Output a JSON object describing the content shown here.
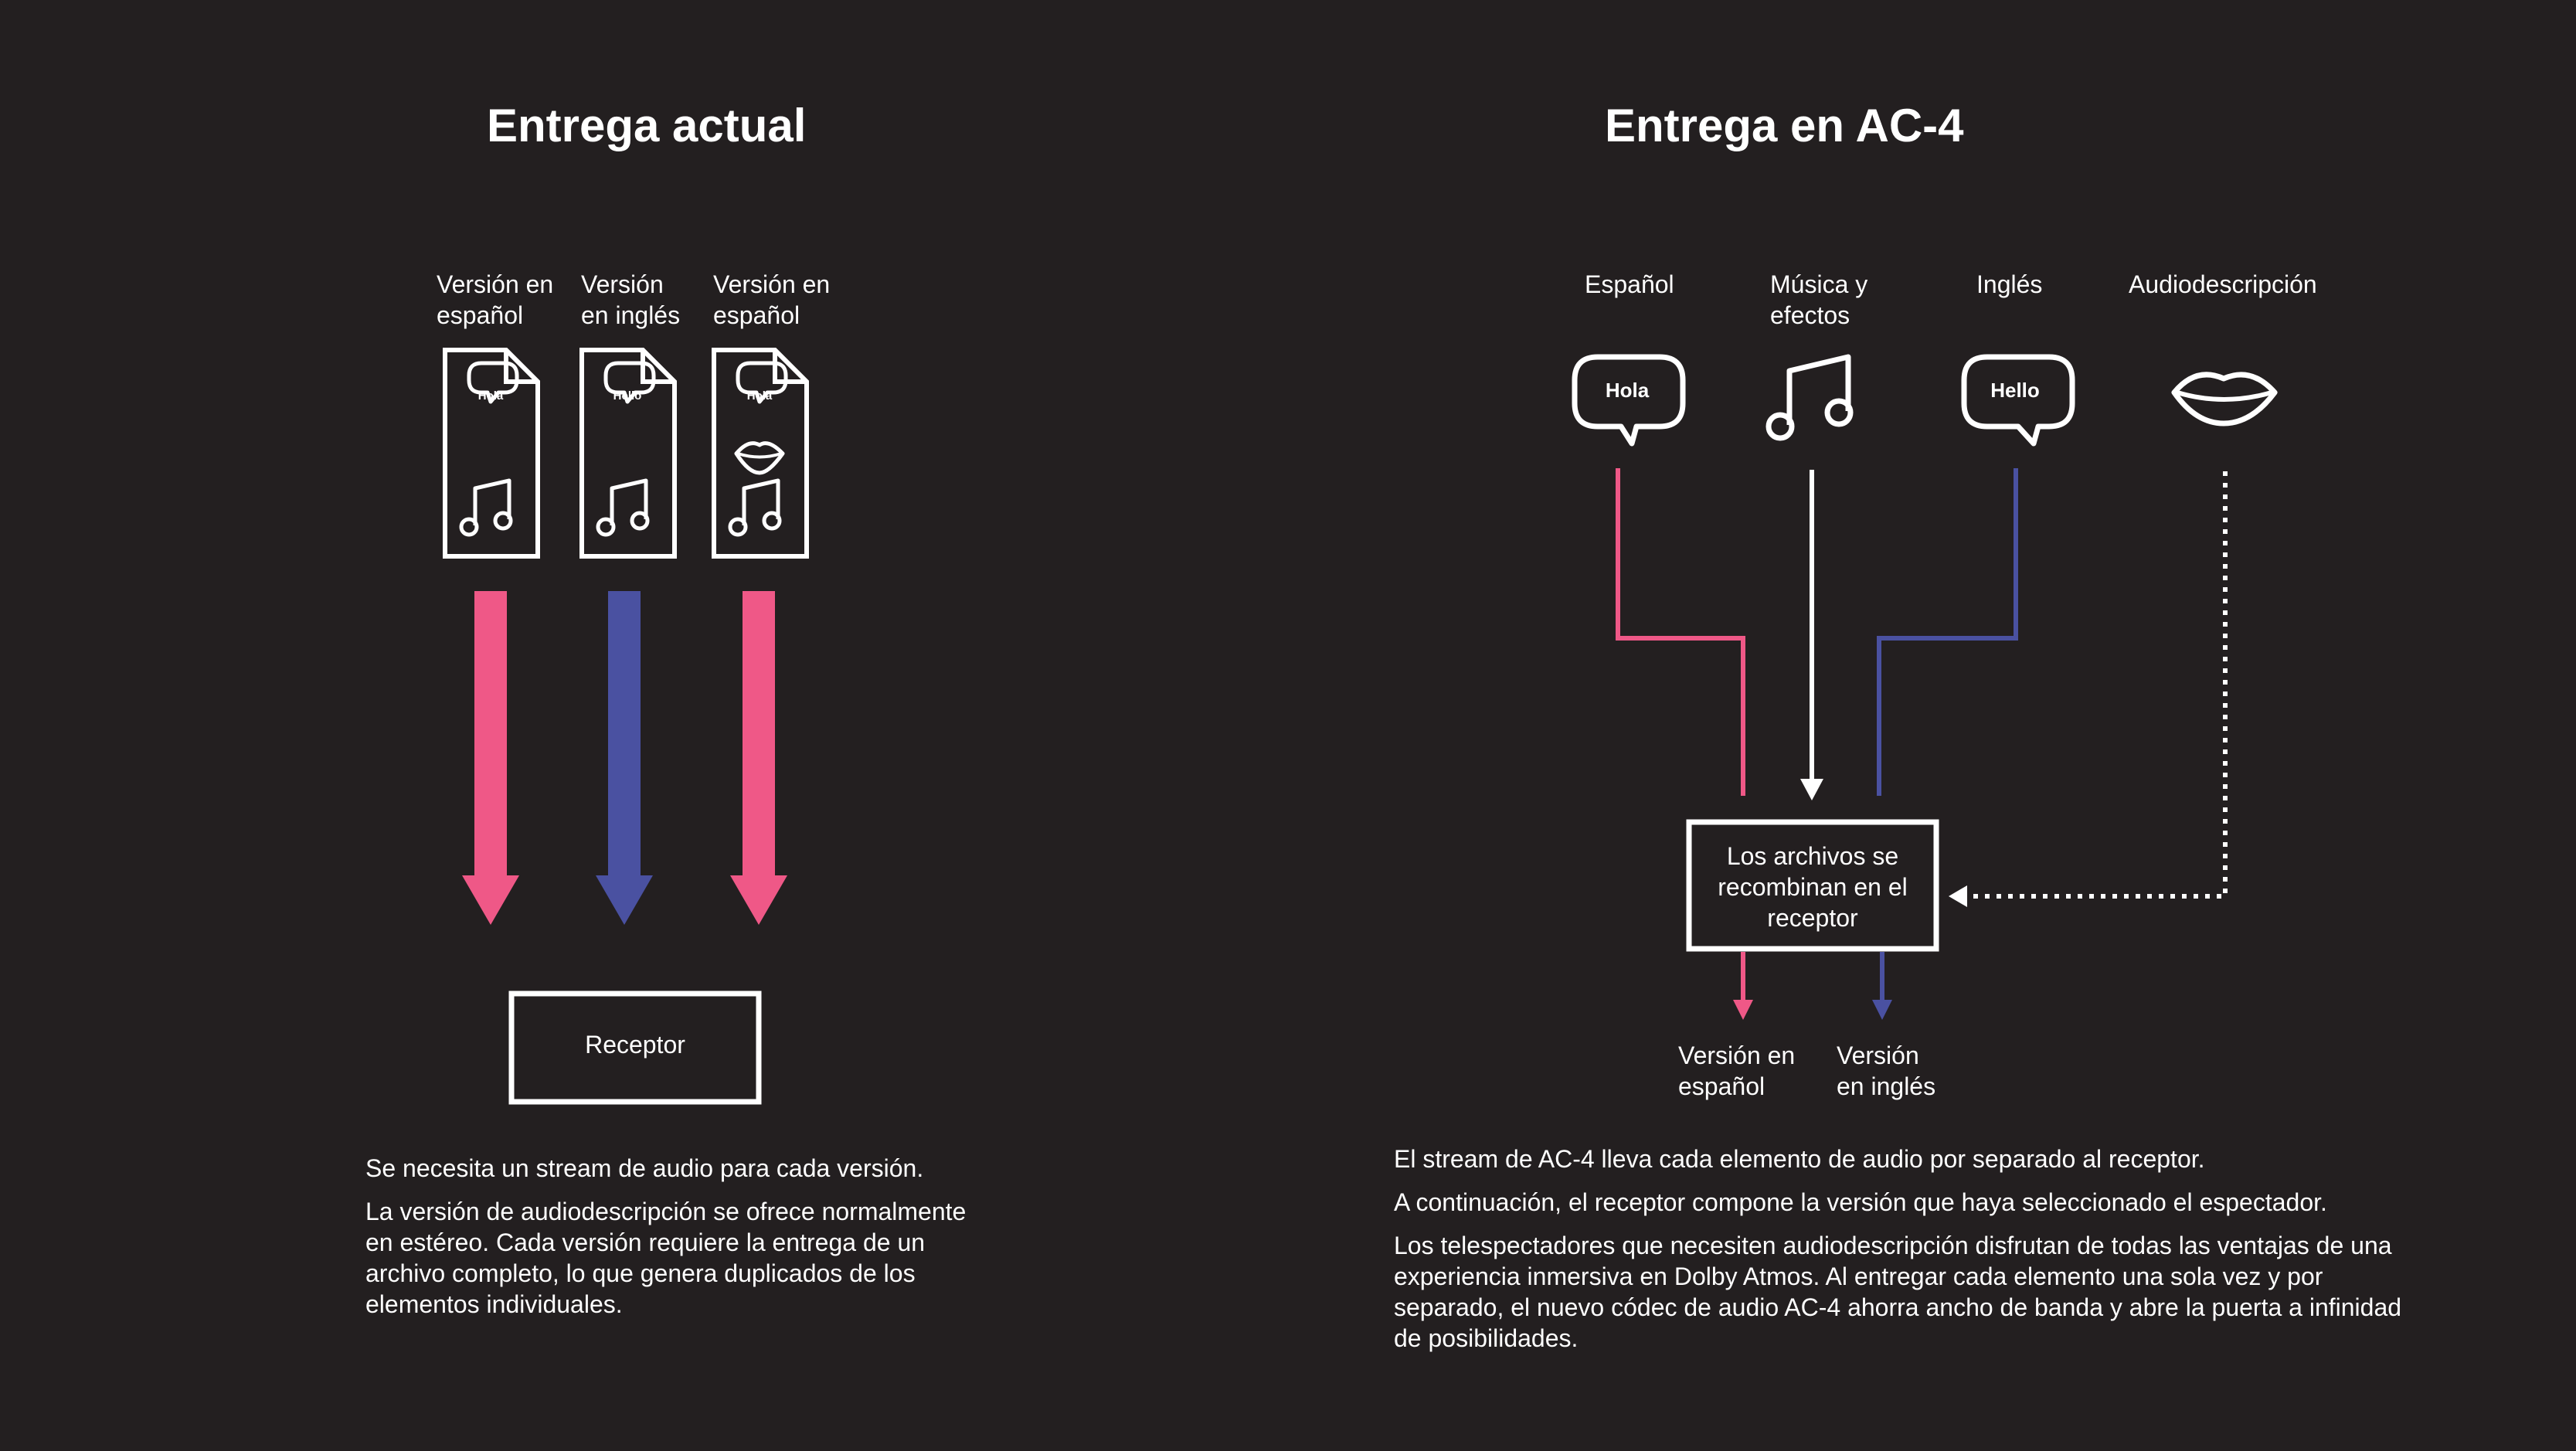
{
  "colors": {
    "background": "#231f20",
    "pink": "#ef5887",
    "blue": "#4a51a1",
    "white": "#ffffff"
  },
  "left": {
    "title": "Entrega actual",
    "file_labels": [
      "Versión en\nespañol",
      "Versión\nen inglés",
      "Versión en\nespañol"
    ],
    "file_bubble_texts": [
      "Hola",
      "Hello",
      "Hola"
    ],
    "receiver_label": "Receptor",
    "paragraphs": [
      "Se necesita un stream de audio para cada versión.",
      "La versión de audiodescripción se ofrece normalmente en estéreo. Cada versión requiere la entrega de un archivo completo, lo que genera duplicados de los elementos individuales."
    ]
  },
  "right": {
    "title": "Entrega en AC-4",
    "source_labels": [
      "Español",
      "Música y\nefectos",
      "Inglés",
      "Audiodescripción"
    ],
    "bubble_texts": [
      "Hola",
      "Hello"
    ],
    "receiver_label": "Los archivos se\nrecombinan en el\nreceptor",
    "output_labels": [
      "Versión en\nespañol",
      "Versión\nen inglés"
    ],
    "paragraphs": [
      "El stream de AC-4 lleva cada elemento de audio por separado al receptor.",
      "A continuación, el receptor compone la versión que haya seleccionado el espectador.",
      "Los telespectadores que necesiten audiodescripción disfrutan de todas las ventajas de una experiencia inmersiva en Dolby Atmos. Al entregar cada elemento una sola vez y por separado, el nuevo códec de audio AC-4 ahorra ancho de banda y abre la puerta a infinidad de posibilidades."
    ]
  }
}
